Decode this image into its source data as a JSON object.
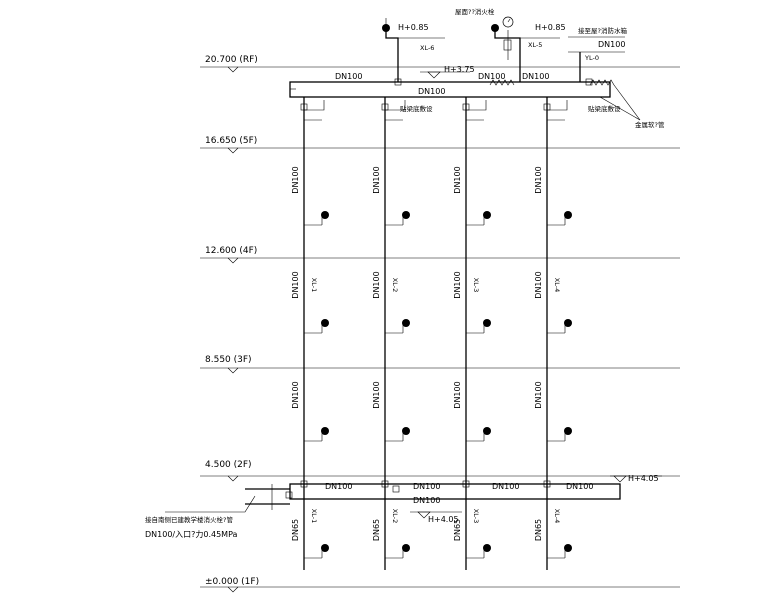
{
  "levels": [
    {
      "label": "20.700 (RF)"
    },
    {
      "label": "16.650 (5F)"
    },
    {
      "label": "12.600 (4F)"
    },
    {
      "label": "8.550 (3F)"
    },
    {
      "label": "4.500 (2F)"
    },
    {
      "label": "±0.000 (1F)"
    }
  ],
  "risers": [
    "XL-1",
    "XL-2",
    "XL-3",
    "XL-4"
  ],
  "top": {
    "hydrant_note": "屋面??消火栓",
    "el_left": "H+0.85",
    "el_right": "H+0.85",
    "xl6": "XL-6",
    "xl5": "XL-5",
    "tank_note": "接至屋?消防水箱",
    "tank_dn": "DN100",
    "yl0": "YL-0",
    "header_el": "H+3.75",
    "dn_a": "DN100",
    "dn_b": "DN100",
    "dn_c": "DN100",
    "dn_d": "DN100",
    "beam_left": "贴梁底敷设",
    "beam_right": "贴梁底敷设",
    "metal_hose": "金属软?管"
  },
  "bottom": {
    "header_el": "H+4.05",
    "header_el2": "H+4.05",
    "dn_a": "DN100",
    "dn_b": "DN100",
    "dn_c": "DN100",
    "dn_d": "DN100",
    "dn_e": "DN100",
    "riser_dn": "DN65",
    "source_note": "接自南侧已建教学楼消火栓?管",
    "source_pressure": "DN100/入口?力0.45MPa"
  },
  "riser_dn": "DN100"
}
